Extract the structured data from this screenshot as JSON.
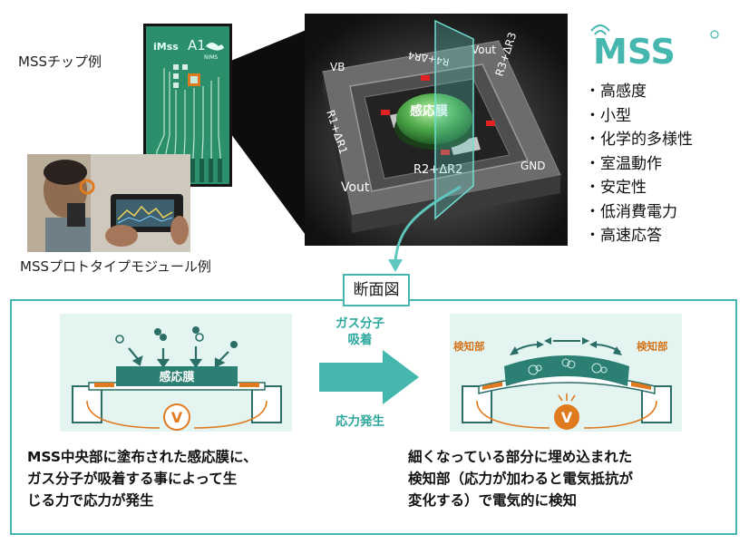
{
  "logo": {
    "text": "MSS"
  },
  "captions": {
    "chip_example": "MSSチップ例",
    "module_example": "MSSプロトタイプモジュール例"
  },
  "chip": {
    "label": "A1",
    "brand": "NIMS"
  },
  "sensor_diagram": {
    "membrane": "感応膜",
    "vb": "VB",
    "vout_top": "Vout",
    "vout_bottom": "Vout",
    "gnd": "GND",
    "r1": "R1+ΔR1",
    "r2": "R2+ΔR2",
    "r3": "R3+ΔR3",
    "r4": "R4+ΔR4"
  },
  "features": [
    "高感度",
    "小型",
    "化学的多様性",
    "室温動作",
    "安定性",
    "低消費電力",
    "高速応答"
  ],
  "cross_section_label": "断面図",
  "left_panel": {
    "membrane": "感応膜",
    "meter": "V",
    "description_lines": [
      "MSS中央部に塗布された感応膜に、",
      "ガス分子が吸着する事によって生",
      "じる力で応力が発生"
    ]
  },
  "arrow": {
    "top_lines": [
      "ガス分子",
      "吸着"
    ],
    "bottom": "応力発生"
  },
  "right_panel": {
    "detector_left": "検知部",
    "detector_right": "検知部",
    "meter": "V",
    "description_lines": [
      "細くなっている部分に埋め込まれた",
      "検知部（応力が加わると電気抵抗が",
      "変化する）で電気的に検知"
    ]
  },
  "colors": {
    "teal": "#46b7ae",
    "orange": "#e07a1f",
    "chip_green": "#2f8f6d"
  }
}
